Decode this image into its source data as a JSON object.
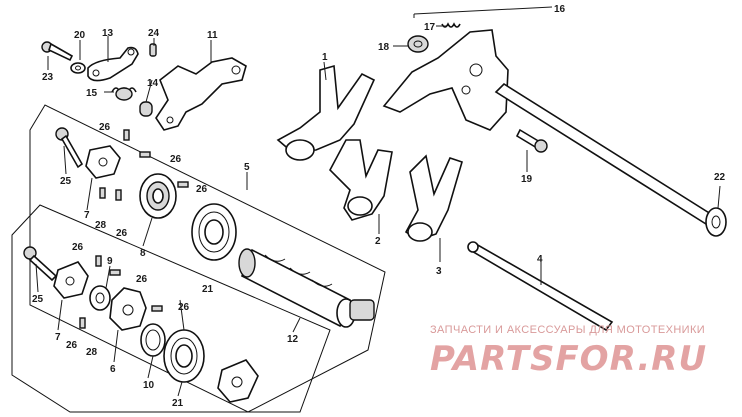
{
  "diagram": {
    "callouts": [
      {
        "id": "c1",
        "text": "1"
      },
      {
        "id": "c2",
        "text": "2"
      },
      {
        "id": "c3",
        "text": "3"
      },
      {
        "id": "c4",
        "text": "4"
      },
      {
        "id": "c5",
        "text": "5"
      },
      {
        "id": "c6",
        "text": "6"
      },
      {
        "id": "c7a",
        "text": "7"
      },
      {
        "id": "c7b",
        "text": "7"
      },
      {
        "id": "c8",
        "text": "8"
      },
      {
        "id": "c9",
        "text": "9"
      },
      {
        "id": "c10",
        "text": "10"
      },
      {
        "id": "c11",
        "text": "11"
      },
      {
        "id": "c12",
        "text": "12"
      },
      {
        "id": "c13",
        "text": "13"
      },
      {
        "id": "c14",
        "text": "14"
      },
      {
        "id": "c15",
        "text": "15"
      },
      {
        "id": "c16",
        "text": "16"
      },
      {
        "id": "c17",
        "text": "17"
      },
      {
        "id": "c18",
        "text": "18"
      },
      {
        "id": "c19",
        "text": "19"
      },
      {
        "id": "c20",
        "text": "20"
      },
      {
        "id": "c21a",
        "text": "21"
      },
      {
        "id": "c21b",
        "text": "21"
      },
      {
        "id": "c22",
        "text": "22"
      },
      {
        "id": "c23",
        "text": "23"
      },
      {
        "id": "c24",
        "text": "24"
      },
      {
        "id": "c25a",
        "text": "25"
      },
      {
        "id": "c25b",
        "text": "25"
      },
      {
        "id": "c26a",
        "text": "26"
      },
      {
        "id": "c26b",
        "text": "26"
      },
      {
        "id": "c26c",
        "text": "26"
      },
      {
        "id": "c26d",
        "text": "26"
      },
      {
        "id": "c26e",
        "text": "26"
      },
      {
        "id": "c26f",
        "text": "26"
      },
      {
        "id": "c26g",
        "text": "26"
      },
      {
        "id": "c26h",
        "text": "26"
      },
      {
        "id": "c28a",
        "text": "28"
      },
      {
        "id": "c28b",
        "text": "28"
      }
    ]
  },
  "watermark": {
    "tagline": "ЗАПЧАСТИ И АКСЕССУАРЫ ДЛЯ МОТОТЕХНИКИ",
    "brand": "PARTSFOR.RU"
  }
}
